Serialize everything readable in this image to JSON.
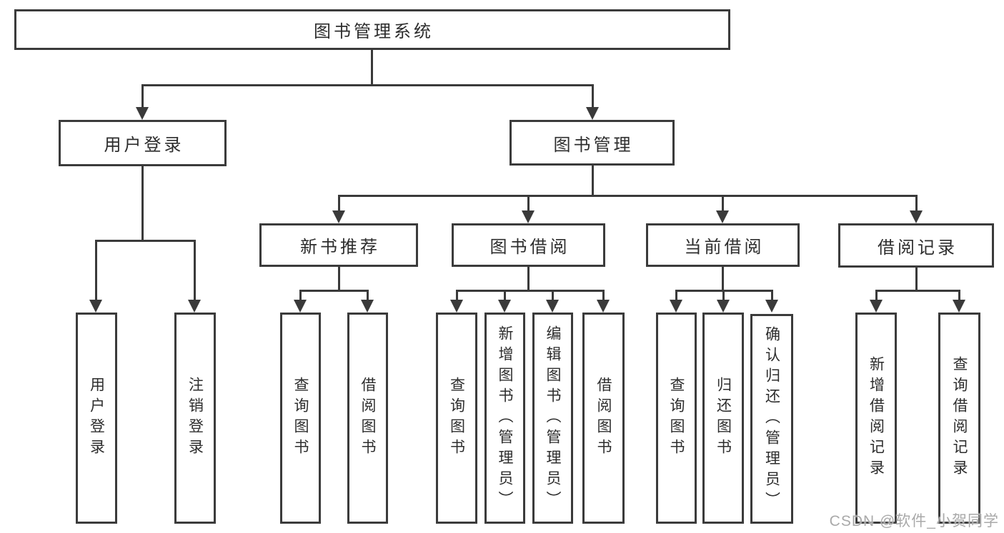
{
  "diagram": {
    "title": "图书管理系统",
    "root": {
      "label": "图书管理系统"
    },
    "level2": [
      {
        "label": "用户登录"
      },
      {
        "label": "图书管理"
      }
    ],
    "level3": [
      {
        "label": "新书推荐"
      },
      {
        "label": "图书借阅"
      },
      {
        "label": "当前借阅"
      },
      {
        "label": "借阅记录"
      }
    ],
    "leaves": {
      "login": [
        "用户登录",
        "注销登录"
      ],
      "recommend": [
        "查询图书",
        "借阅图书"
      ],
      "borrow": [
        "查询图书",
        "新增图书（管理员）",
        "编辑图书（管理员）",
        "借阅图书"
      ],
      "current": [
        "查询图书",
        "归还图书",
        "确认归还（管理员）"
      ],
      "records": [
        "新增借阅记录",
        "查询借阅记录"
      ]
    }
  },
  "watermark": "CSDN @软件_小贺同学",
  "colors": {
    "line": "#3a3a3a",
    "border": "#3b3b3b",
    "text": "#2d2d2d",
    "watermark": "#a9a9a9",
    "background": "#ffffff"
  }
}
